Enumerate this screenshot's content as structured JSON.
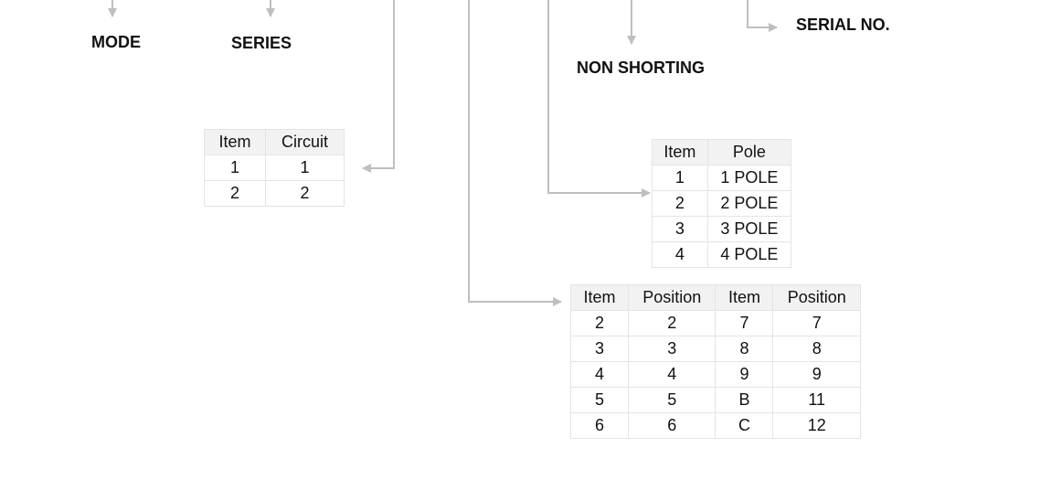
{
  "labels": {
    "mode": "MODE",
    "series": "SERIES",
    "non_shorting": "NON SHORTING",
    "serial_no": "SERIAL NO."
  },
  "colors": {
    "connector": "#bfbfbf",
    "header_bg": "#f2f2f2",
    "cell_border": "#e4e4e4"
  },
  "circuit_table": {
    "headers": [
      "Item",
      "Circuit"
    ],
    "rows": [
      [
        "1",
        "1"
      ],
      [
        "2",
        "2"
      ]
    ]
  },
  "pole_table": {
    "headers": [
      "Item",
      "Pole"
    ],
    "rows": [
      [
        "1",
        "1 POLE"
      ],
      [
        "2",
        "2 POLE"
      ],
      [
        "3",
        "3 POLE"
      ],
      [
        "4",
        "4 POLE"
      ]
    ]
  },
  "position_table": {
    "headers": [
      "Item",
      "Position",
      "Item",
      "Position"
    ],
    "rows": [
      [
        "2",
        "2",
        "7",
        "7"
      ],
      [
        "3",
        "3",
        "8",
        "8"
      ],
      [
        "4",
        "4",
        "9",
        "9"
      ],
      [
        "5",
        "5",
        "B",
        "11"
      ],
      [
        "6",
        "6",
        "C",
        "12"
      ]
    ]
  }
}
